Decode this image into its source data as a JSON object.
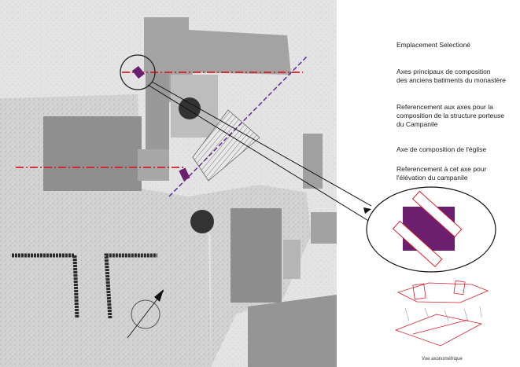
{
  "legend": {
    "items": [
      "Emplacement Selectioné",
      "Axes principaux de composition\n des anciens batiments du monastère",
      "Referencement aux axes pour la\ncomposition de la structure porteuse\ndu Campanile",
      "Axe de composition de l'église",
      "Referencement à cet axe pour\nl'élévation du campanile"
    ]
  },
  "axonometric_caption": "Vue axonométrique",
  "colors": {
    "axis_red": "#d41f2a",
    "axis_purple": "#5c2d91",
    "campanile_purple": "#6b1f6e",
    "building_fill": "#8c8c8c",
    "ground_fill": "#c9c9c9",
    "paper": "#ffffff"
  }
}
